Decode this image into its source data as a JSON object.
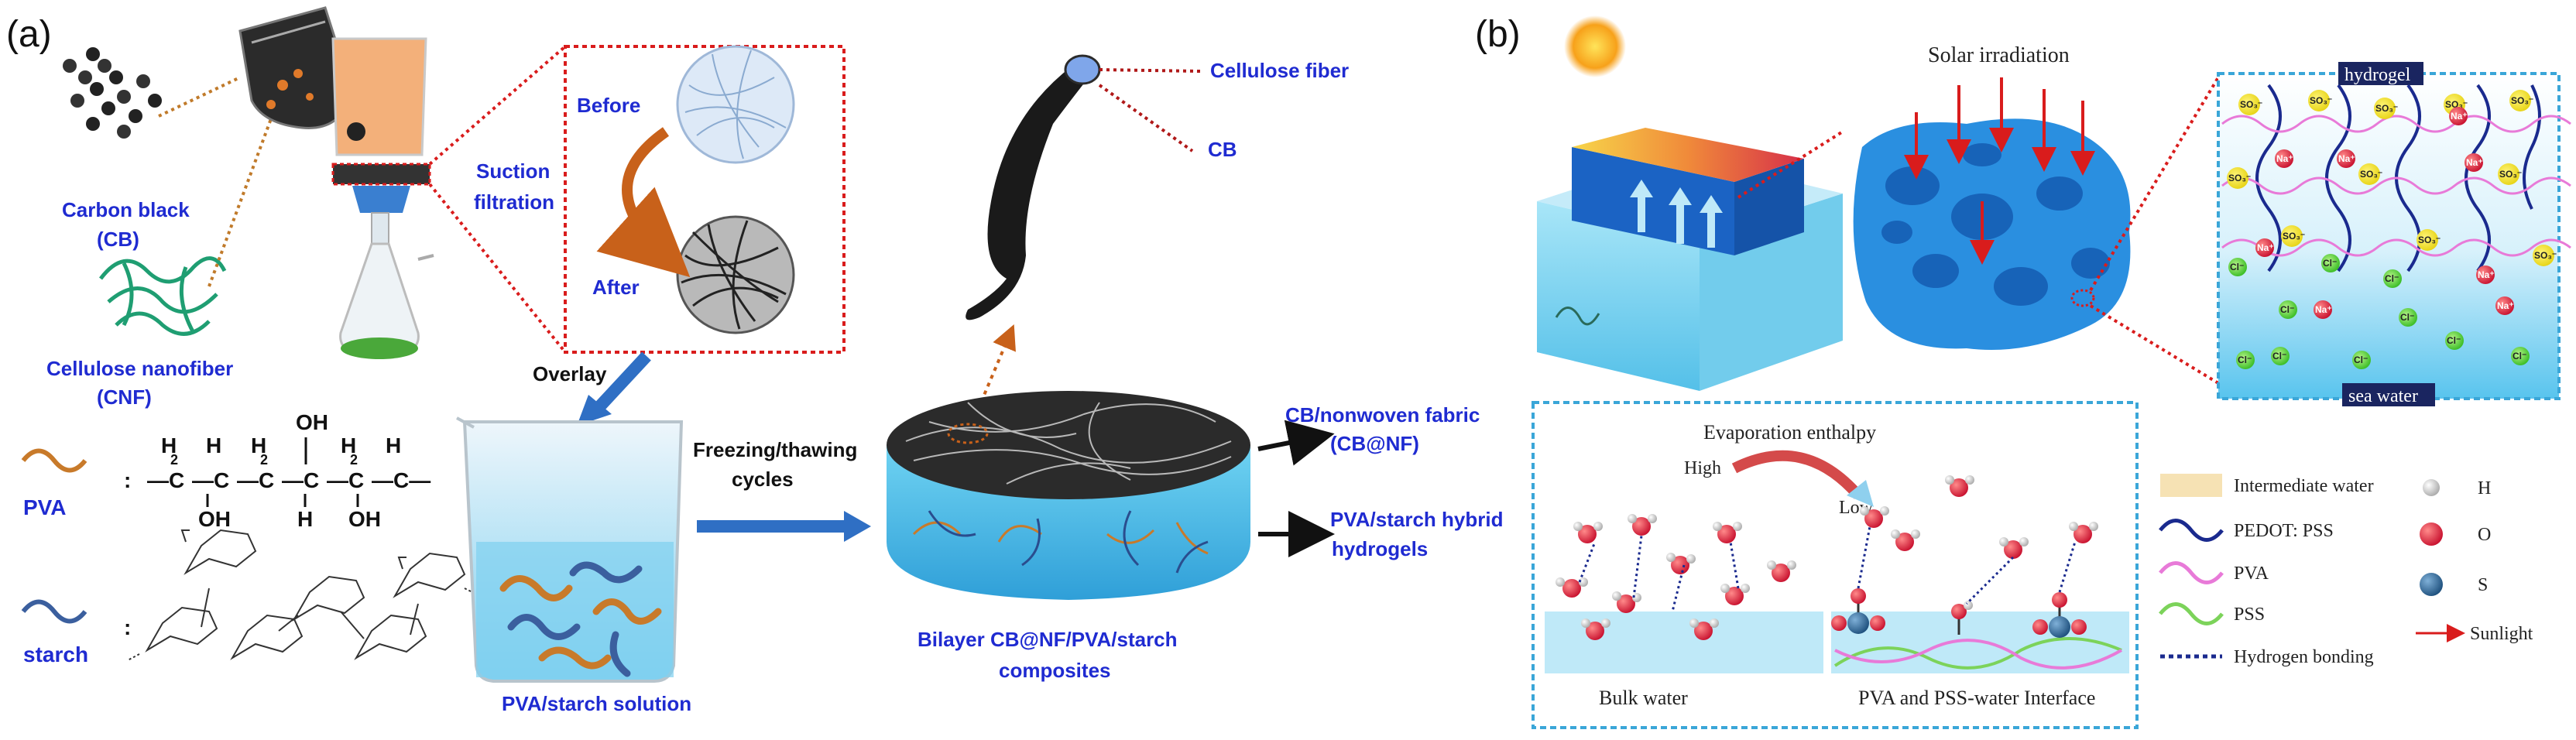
{
  "panel_a": {
    "tag": "(a)",
    "carbon_black": [
      "Carbon black",
      "(CB)"
    ],
    "cnf": [
      "Cellulose nanofiber",
      "(CNF)"
    ],
    "suction": [
      "Suction",
      "filtration"
    ],
    "before": "Before",
    "after": "After",
    "overlay": "Overlay",
    "cellulose_fiber": "Cellulose fiber",
    "cb": "CB",
    "pva": "PVA",
    "starch": "starch",
    "freezing": [
      "Freezing/thawing",
      "cycles"
    ],
    "cb_nf": [
      "CB/nonwoven fabric",
      "(CB@NF)"
    ],
    "hybrid": [
      "PVA/starch hybrid",
      "hydrogels"
    ],
    "pva_starch_solution": "PVA/starch solution",
    "bilayer": [
      "Bilayer CB@NF/PVA/starch",
      "composites"
    ]
  },
  "panel_b": {
    "tag": "(b)",
    "solar": "Solar irradiation",
    "hydrogel": "hydrogel",
    "sea_water": "sea water",
    "evap": "Evaporation enthalpy",
    "high": "High",
    "low": "Low",
    "bulk_water": "Bulk water",
    "interface": "PVA and PSS-water Interface",
    "legend": {
      "intermediate": "Intermediate water",
      "pedot": "PEDOT: PSS",
      "pva": "PVA",
      "pss": "PSS",
      "hbond": "Hydrogen bonding",
      "h": "H",
      "o": "O",
      "s": "S",
      "sunlight": "Sunlight"
    },
    "ions": {
      "so3": "SO₃⁻",
      "na": "Na⁺",
      "cl": "Cl⁻"
    }
  },
  "colors": {
    "label_blue": "#1f2bd1",
    "arrow_orange": "#c8611a",
    "arrow_blue": "#2f6fc4",
    "water": "#bfe9f8",
    "gel_blue": "#2a8fe0",
    "red_dot": "#c8102e",
    "dotted_blue_box": "#3aa6d8"
  }
}
